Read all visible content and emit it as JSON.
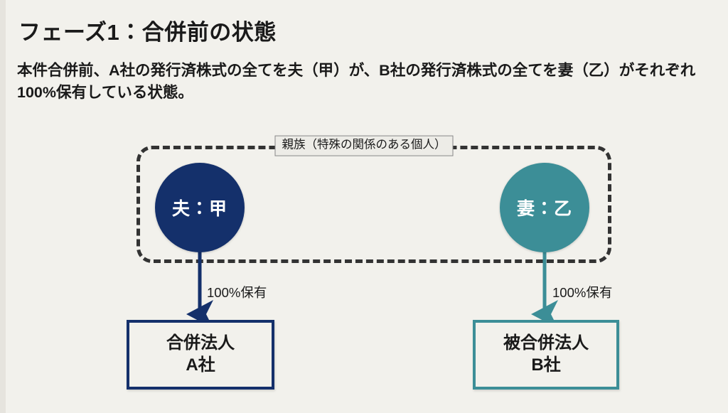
{
  "slide": {
    "title": "フェーズ1：合併前の状態",
    "description": "本件合併前、A社の発行済株式の全てを夫（甲）が、B社の発行済株式の全てを妻（乙）がそれぞれ100%保有している状態。",
    "background_color": "#f2f1ec"
  },
  "diagram": {
    "group": {
      "label": "親族（特殊の関係のある個人）",
      "border_style": "dashed",
      "border_color": "#333333"
    },
    "people": [
      {
        "name": "husband",
        "label": "夫：甲",
        "color": "#14306b",
        "shape": "circle"
      },
      {
        "name": "wife",
        "label": "妻：乙",
        "color": "#3c8e97",
        "shape": "circle"
      }
    ],
    "companies": [
      {
        "name": "company-a",
        "role_label": "合併法人",
        "entity_label": "A社",
        "color": "#14306b"
      },
      {
        "name": "company-b",
        "role_label": "被合併法人",
        "entity_label": "B社",
        "color": "#3c8e97"
      }
    ],
    "ownership_edges": [
      {
        "from": "husband",
        "to": "company-a",
        "label": "100%保有",
        "color": "#14306b"
      },
      {
        "from": "wife",
        "to": "company-b",
        "label": "100%保有",
        "color": "#3c8e97"
      }
    ]
  }
}
